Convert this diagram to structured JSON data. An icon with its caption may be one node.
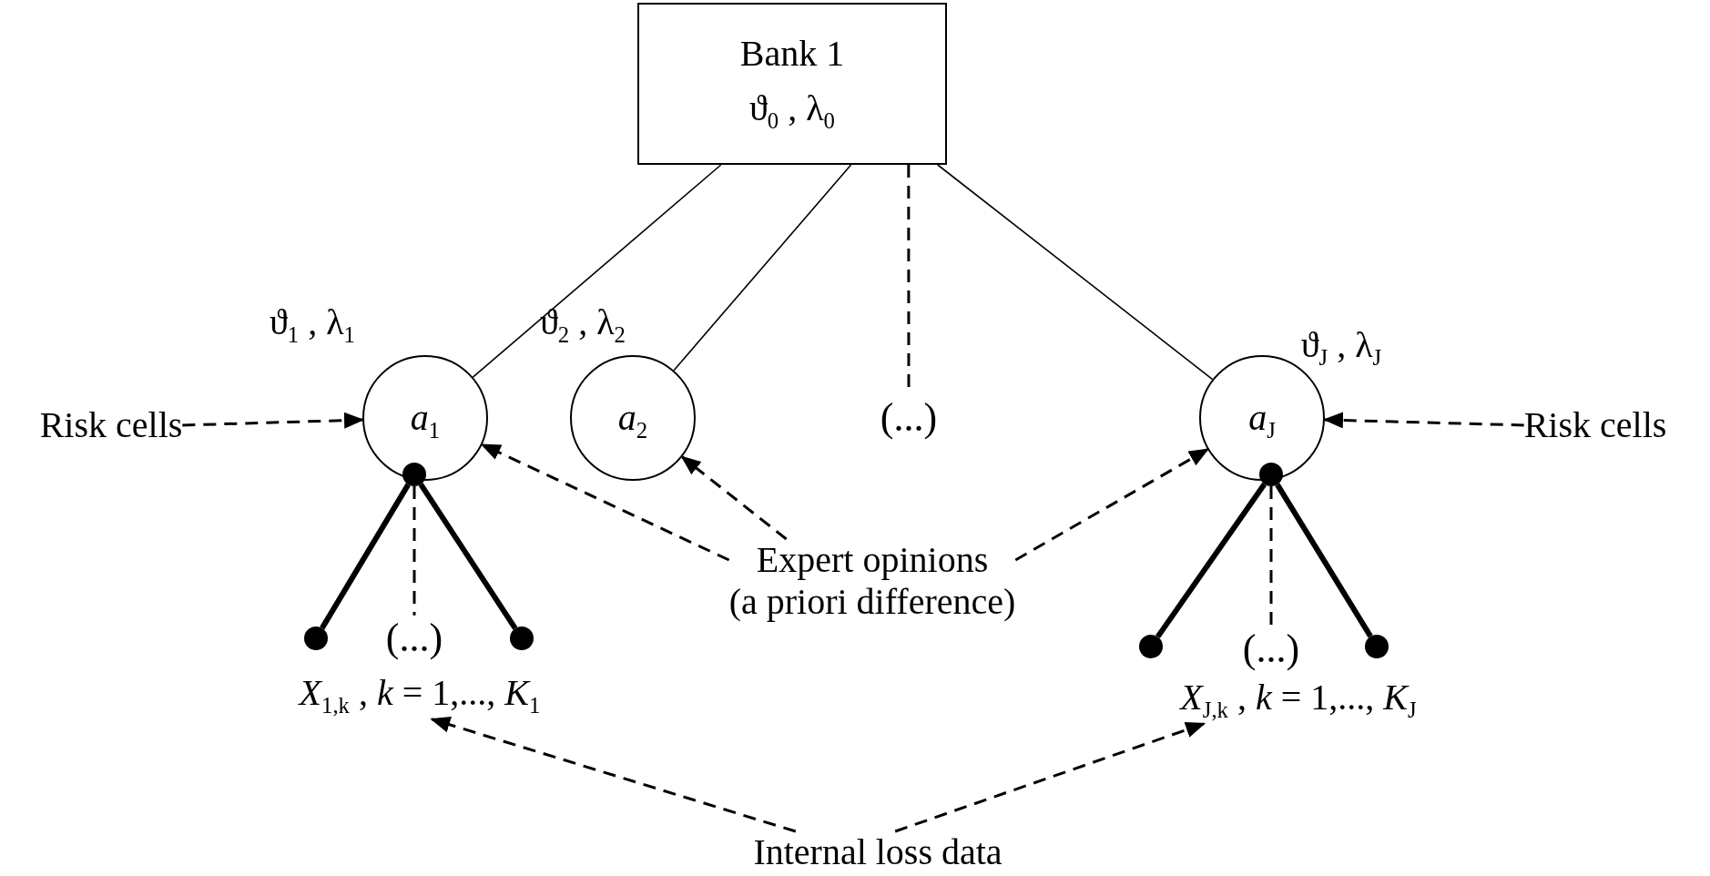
{
  "diagram": {
    "nodes": [
      {
        "text": [
          "Bank 1",
          "ϑ$_{0}$ , λ$_{0}$"
        ]
      },
      {
        "text": [
          "*a*$_{1}$"
        ],
        "beside": [
          "ϑ$_{1}$ , λ$_{1}$"
        ]
      },
      {
        "text": [
          "*a*$_{2}$"
        ],
        "beside": [
          "ϑ$_{2}$ , λ$_{2}$"
        ]
      },
      {
        "text": [
          "(...)"
        ]
      },
      {
        "text": [
          "*a*$_{J}$"
        ],
        "beside": [
          "ϑ$_{J}$ , λ$_{J}$"
        ]
      },
      {
        "text": [],
        "shape": "circle"
      },
      {
        "text": [],
        "shape": "circle"
      },
      {
        "text": [
          "(...)"
        ]
      },
      {
        "text": [],
        "shape": "circle"
      },
      {
        "text": [],
        "shape": "circle"
      },
      {
        "text": [],
        "shape": "circle"
      },
      {
        "text": [
          "(...)"
        ]
      },
      {
        "text": [],
        "shape": "circle"
      },
      {
        "text": [
          "Risk cells"
        ]
      },
      {
        "text": [
          "Risk cells"
        ]
      },
      {
        "text": [
          "Expert opinions",
          "(a priori difference)"
        ]
      },
      {
        "text": [
          "*X*$_{1,k}$ , *k* = 1,..., *K*$_{1}$"
        ]
      },
      {
        "text": [
          "*X*$_{J,k}$ , *k* = 1,..., *K*$_{J}$"
        ]
      },
      {
        "text": [
          "Internal loss data"
        ]
      }
    ],
    "edges": [
      {
        "from": 0,
        "to": 1,
        "arrow": "none"
      },
      {
        "from": 0,
        "to": 2,
        "arrow": "none"
      },
      {
        "from": 0,
        "to": 3,
        "arrow": "none",
        "style": "dashed"
      },
      {
        "from": 0,
        "to": 4,
        "arrow": "none"
      },
      {
        "from": 5,
        "to": 6,
        "arrow": "none",
        "style": "thick"
      },
      {
        "from": 5,
        "to": 7,
        "arrow": "none",
        "style": "dashed"
      },
      {
        "from": 5,
        "to": 8,
        "arrow": "none",
        "style": "thick"
      },
      {
        "from": 9,
        "to": 10,
        "arrow": "none",
        "style": "thick"
      },
      {
        "from": 9,
        "to": 11,
        "arrow": "none",
        "style": "dashed"
      },
      {
        "from": 9,
        "to": 12,
        "arrow": "none",
        "style": "thick"
      },
      {
        "from": 13,
        "to": 1,
        "arrow": "to",
        "style": "dashed"
      },
      {
        "from": 14,
        "to": 4,
        "arrow": "to",
        "style": "dashed"
      },
      {
        "from": 15,
        "to": 1,
        "arrow": "to",
        "style": "dashed"
      },
      {
        "from": 15,
        "to": 2,
        "arrow": "to",
        "style": "dashed"
      },
      {
        "from": 15,
        "to": 4,
        "arrow": "to",
        "style": "dashed"
      },
      {
        "from": 18,
        "to": 16,
        "arrow": "to",
        "style": "dashed"
      },
      {
        "from": 18,
        "to": 17,
        "arrow": "to",
        "style": "dashed"
      }
    ]
  }
}
